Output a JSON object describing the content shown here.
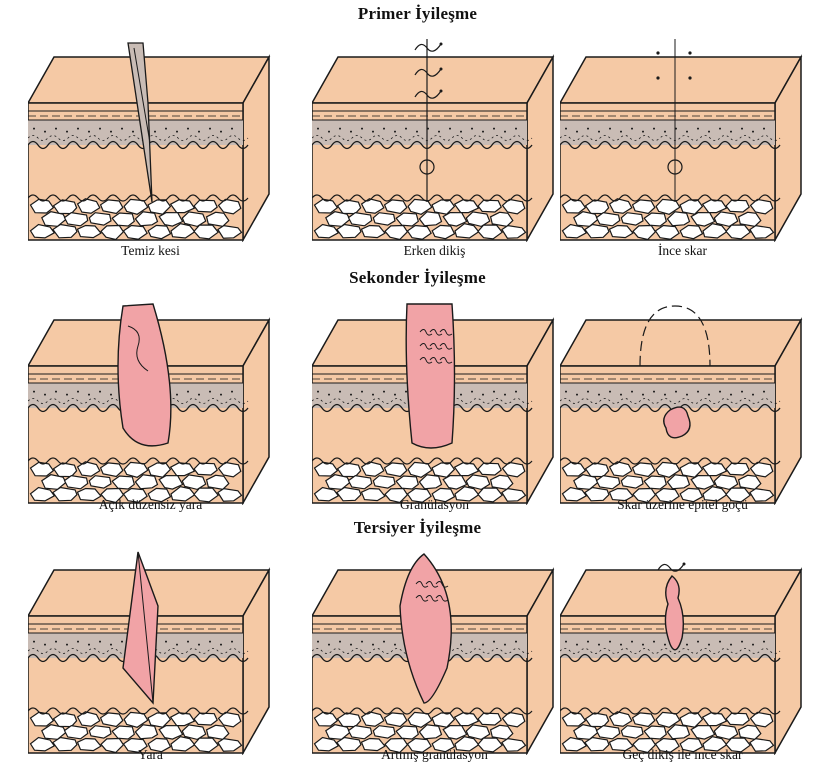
{
  "colors": {
    "skin": "#f5c9a5",
    "dermis_band": "#c9bcb5",
    "wound": "#f1a3a6",
    "outline": "#1a1a1a",
    "background": "#ffffff"
  },
  "rows": [
    {
      "title": "Primer İyileşme",
      "panels": [
        {
          "caption": "Temiz kesi",
          "stage": "clean-incision"
        },
        {
          "caption": "Erken dikiş",
          "stage": "early-suture"
        },
        {
          "caption": "İnce skar",
          "stage": "thin-scar"
        }
      ]
    },
    {
      "title": "Sekonder İyileşme",
      "panels": [
        {
          "caption": "Açık düzensiz yara",
          "stage": "open-irregular-wound"
        },
        {
          "caption": "Granülasyon",
          "stage": "granulation"
        },
        {
          "caption": "Skar üzerine epitel göçü",
          "stage": "epithelial-migration"
        }
      ]
    },
    {
      "title": "Tersiyer İyileşme",
      "panels": [
        {
          "caption": "Yara",
          "stage": "wound"
        },
        {
          "caption": "Artmış granülasyon",
          "stage": "increased-granulation"
        },
        {
          "caption": "Geç dikiş ile ince skar",
          "stage": "delayed-suture-thin-scar"
        }
      ]
    }
  ]
}
